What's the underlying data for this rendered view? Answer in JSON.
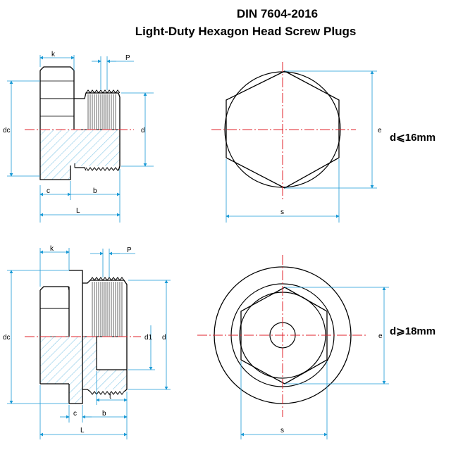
{
  "title": "DIN 7604-2016",
  "subtitle": "Light-Duty Hexagon Head Screw Plugs",
  "top_view": {
    "condition": "d⩽16mm",
    "labels": {
      "k": "k",
      "p": "P",
      "dc": "dc",
      "d": "d",
      "c": "c",
      "b": "b",
      "L": "L",
      "e": "e",
      "s": "s"
    }
  },
  "bottom_view": {
    "condition": "d⩾18mm",
    "labels": {
      "k": "k",
      "p": "P",
      "dc": "dc",
      "d1": "d1",
      "d": "d",
      "c": "c",
      "b": "b",
      "t": "t",
      "L": "L",
      "e": "e",
      "s": "s"
    }
  },
  "colors": {
    "outline": "#000000",
    "dimension": "#1a9ad6",
    "centerline": "#e0202a",
    "hatch": "#3aa6d8"
  }
}
